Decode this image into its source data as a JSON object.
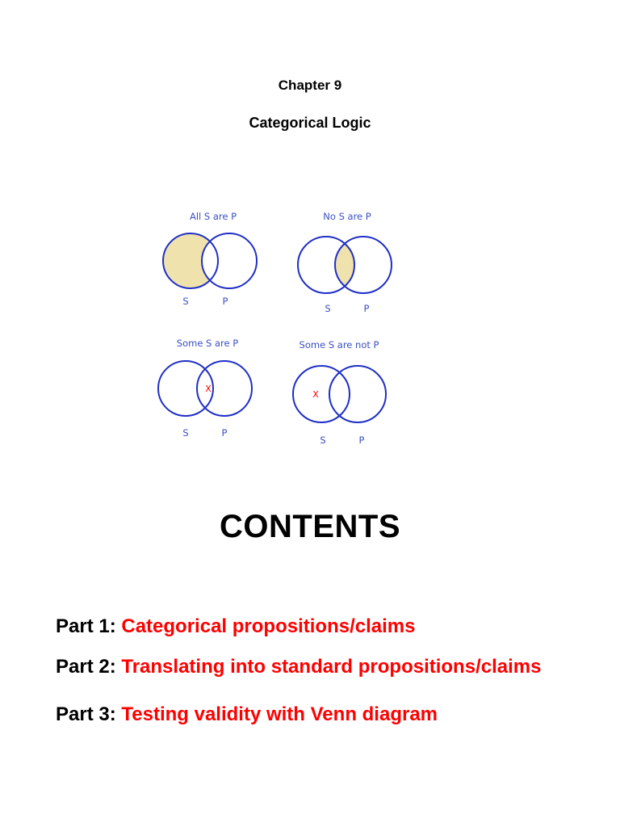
{
  "header": {
    "chapter": "Chapter 9",
    "title": "Categorical Logic"
  },
  "venn_diagrams": [
    {
      "caption": "All S are P",
      "left_label": "S",
      "right_label": "P",
      "mark": ""
    },
    {
      "caption": "No S are P",
      "left_label": "S",
      "right_label": "P",
      "mark": ""
    },
    {
      "caption": "Some S are P",
      "left_label": "S",
      "right_label": "P",
      "mark": "X"
    },
    {
      "caption": "Some S are not P",
      "left_label": "S",
      "right_label": "P",
      "mark": "X"
    }
  ],
  "contents": {
    "heading": "CONTENTS",
    "parts": [
      {
        "number": "Part 1: ",
        "title": "Categorical propositions/claims"
      },
      {
        "number": "Part 2: ",
        "title": "Translating into standard propositions/claims"
      },
      {
        "number": "Part 3: ",
        "title": "Testing validity with Venn diagram"
      }
    ]
  },
  "colors": {
    "circle": "#1f2fc6",
    "shade": "#efe2ac",
    "mark": "#ff0000",
    "part_title": "#ff0000"
  }
}
